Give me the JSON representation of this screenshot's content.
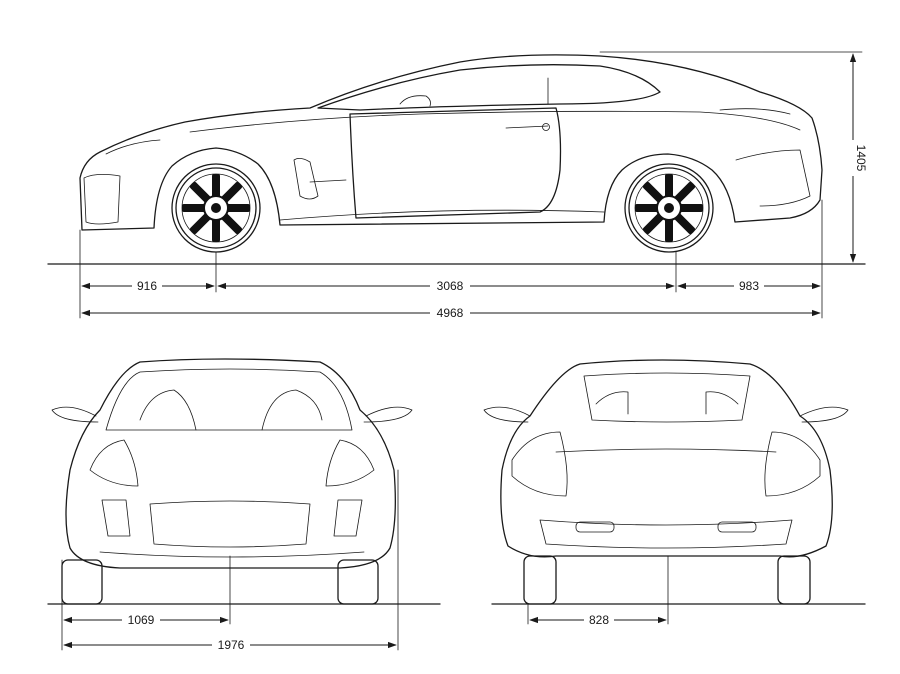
{
  "dimensions": {
    "front_overhang": "916",
    "wheelbase": "3068",
    "rear_overhang": "983",
    "overall_length": "4968",
    "height": "1405",
    "front_half_track": "1069",
    "overall_width": "1976",
    "rear_track_inner": "828"
  },
  "colors": {
    "line": "#1a1a1a",
    "background": "#ffffff"
  }
}
